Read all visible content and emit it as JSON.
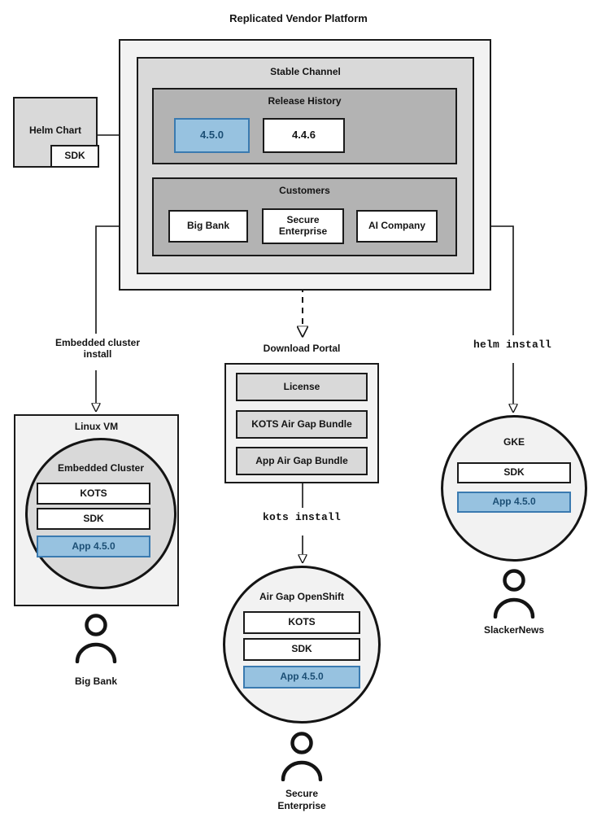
{
  "diagram": {
    "title": "Replicated Vendor Platform",
    "platform": {
      "channel_title": "Stable Channel",
      "release_history": {
        "title": "Release History",
        "releases": [
          {
            "version": "4.5.0",
            "highlighted": true
          },
          {
            "version": "4.4.6",
            "highlighted": false
          }
        ]
      },
      "customers": {
        "title": "Customers",
        "items": [
          {
            "name": "Big Bank"
          },
          {
            "name": "Secure\nEnterprise",
            "line1": "Secure",
            "line2": "Enterprise"
          },
          {
            "name": "AI Company"
          }
        ]
      }
    },
    "helm_chart": {
      "title": "Helm Chart",
      "sdk_label": "SDK"
    },
    "edge_labels": {
      "embedded_cluster_install_line1": "Embedded cluster",
      "embedded_cluster_install_line2": "install",
      "kots_install": "kots install",
      "helm_install": "helm install",
      "download_portal": "Download Portal"
    },
    "download_portal": {
      "title": "Download Portal",
      "artifacts": [
        {
          "label": "License"
        },
        {
          "label": "KOTS Air Gap Bundle"
        },
        {
          "label": "App Air Gap Bundle"
        }
      ]
    },
    "targets": [
      {
        "id": "linux-vm",
        "title": "Linux VM",
        "inner_title": "Embedded Cluster",
        "components": [
          {
            "label": "KOTS",
            "highlighted": false
          },
          {
            "label": "SDK",
            "highlighted": false
          },
          {
            "label": "App 4.5.0",
            "highlighted": true
          }
        ],
        "owner": "Big Bank"
      },
      {
        "id": "air-gap-openshift",
        "title": "Air Gap OpenShift",
        "components": [
          {
            "label": "KOTS",
            "highlighted": false
          },
          {
            "label": "SDK",
            "highlighted": false
          },
          {
            "label": "App 4.5.0",
            "highlighted": true
          }
        ],
        "owner_line1": "Secure",
        "owner_line2": "Enterprise"
      },
      {
        "id": "gke",
        "title": "GKE",
        "components": [
          {
            "label": "SDK",
            "highlighted": false
          },
          {
            "label": "App 4.5.0",
            "highlighted": true
          }
        ],
        "owner": "SlackerNews"
      }
    ],
    "colors": {
      "highlight_fill": "#97c2e0",
      "highlight_border": "#3a7ab0",
      "highlight_text": "#1c4f75",
      "container_outer": "#f2f2f2",
      "container_mid": "#d9d9d9",
      "container_dark": "#b3b3b3",
      "stroke": "#1a1a1a",
      "background": "#ffffff"
    }
  }
}
